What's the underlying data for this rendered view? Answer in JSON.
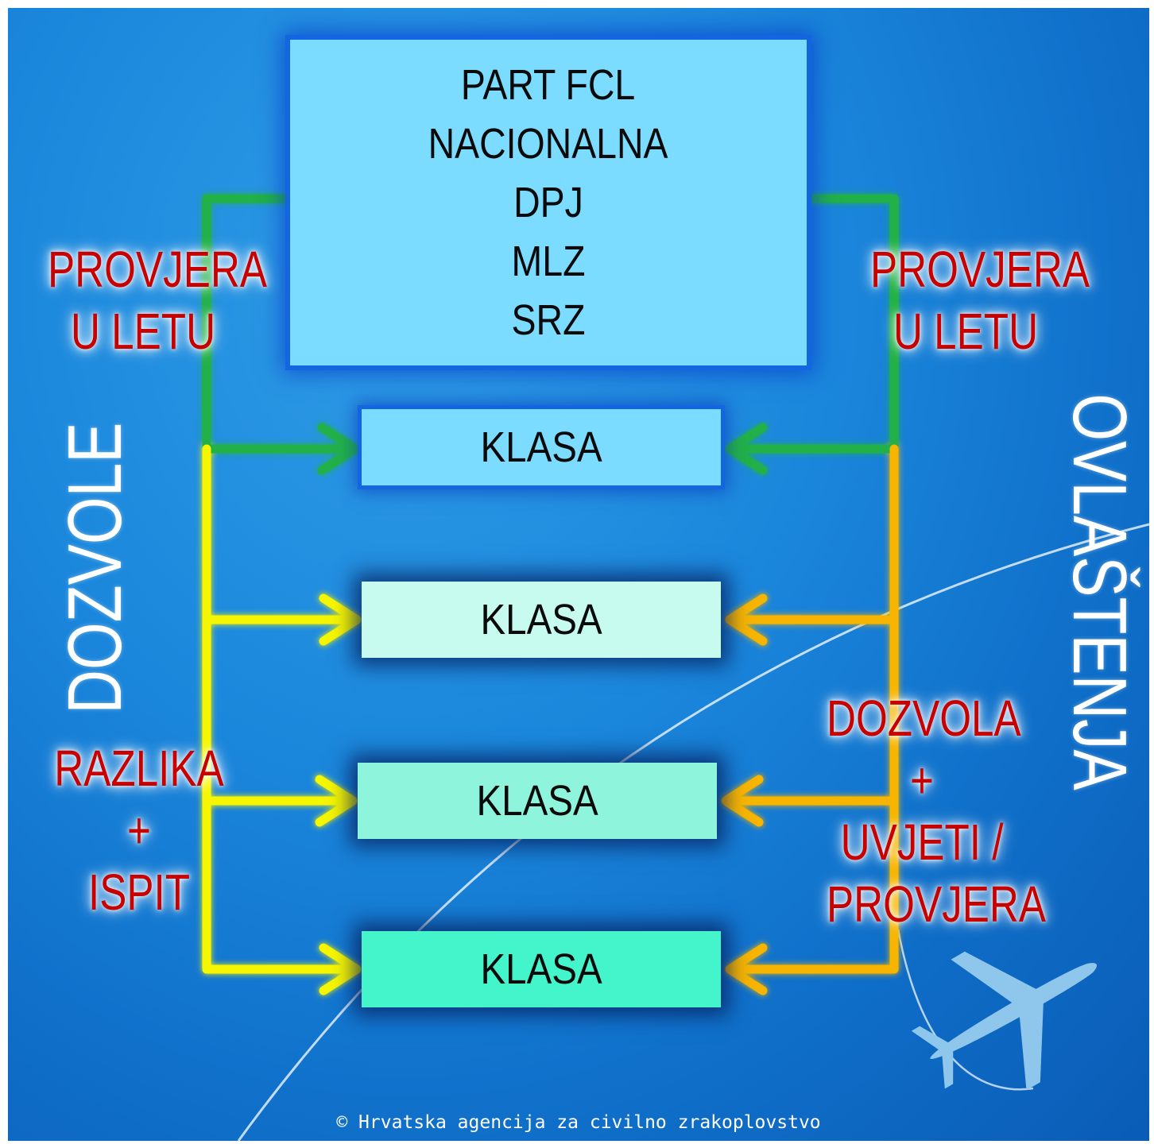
{
  "colors": {
    "background": "#1b87dc",
    "green_lines": "#22b048",
    "yellow_lines": "#f6f600",
    "orange_lines": "#f7b500",
    "red_text": "#c80000",
    "top_box": "#7cdcff",
    "klasa_1": "#7cdcff",
    "klasa_2": "#c8fbef",
    "klasa_3": "#8ef5dc",
    "klasa_4": "#44f5cc"
  },
  "top_box": {
    "lines": [
      "PART FCL",
      "NACIONALNA",
      "DPJ",
      "MLZ",
      "SRZ"
    ]
  },
  "klasa_boxes": [
    "KLASA",
    "KLASA",
    "KLASA",
    "KLASA"
  ],
  "left": {
    "vertical_label": "DOZVOLE",
    "check_label": [
      "PROVJERA",
      "U LETU"
    ],
    "difference_label": [
      "RAZLIKA",
      "+",
      "ISPIT"
    ]
  },
  "right": {
    "vertical_label": "OVLAŠTENJA",
    "check_label": [
      "PROVJERA",
      "U LETU"
    ],
    "license_label": [
      "DOZVOLA",
      "+",
      "UVJETI /",
      "PROVJERA"
    ]
  },
  "decoration_icons": [
    "airplane-icon"
  ],
  "copyright": "© Hrvatska agencija za civilno zrakoplovstvo"
}
